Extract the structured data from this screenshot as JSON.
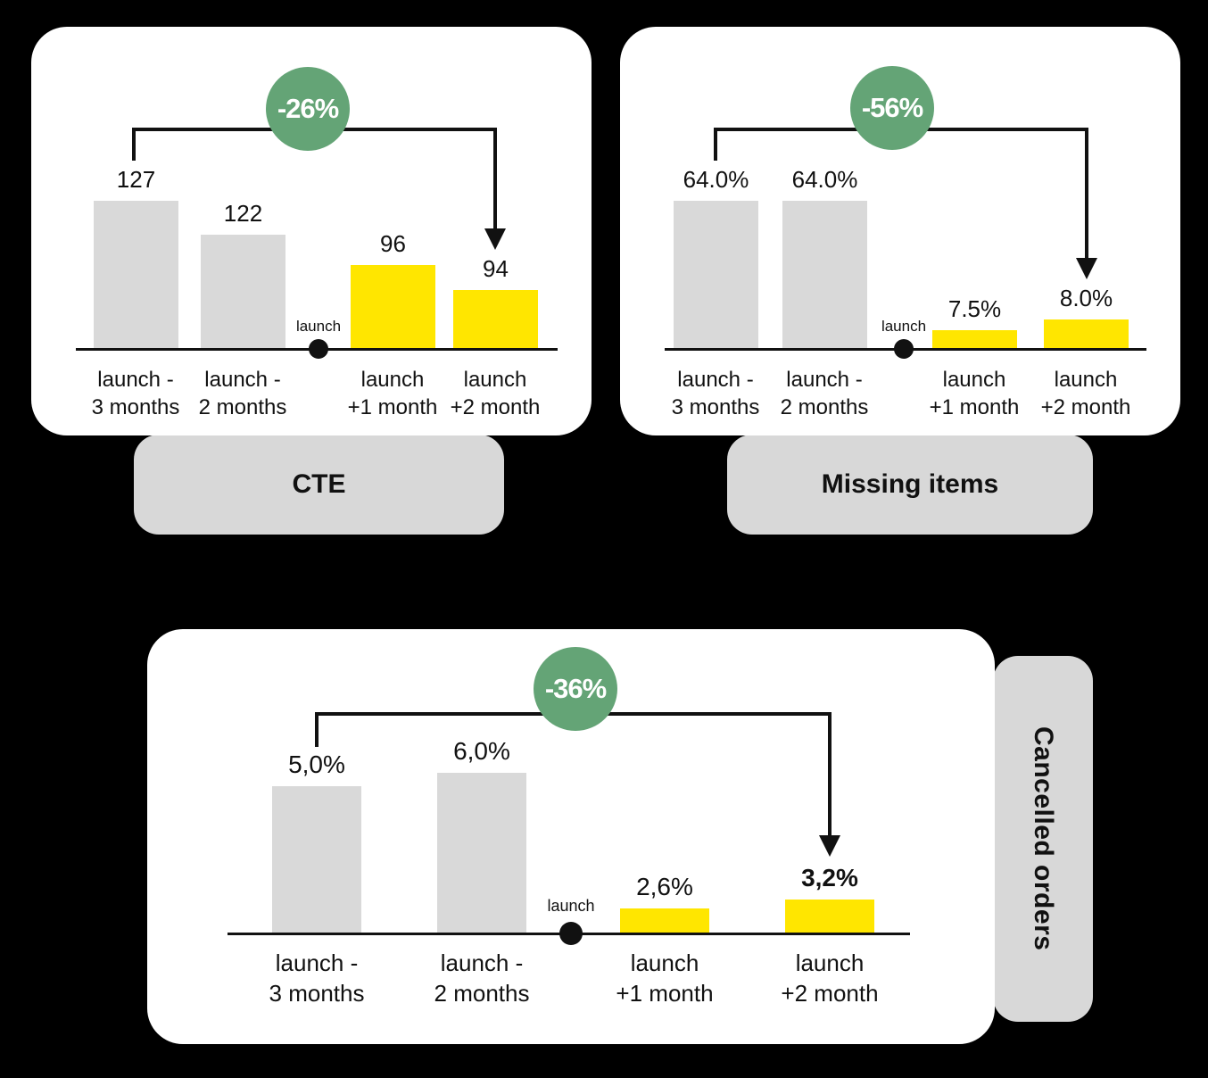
{
  "colors": {
    "background": "#000000",
    "card_bg": "#ffffff",
    "tab_bg": "#d8d8d8",
    "bar_gray": "#d9d9d9",
    "bar_yellow": "#ffe600",
    "badge_green": "#64a476",
    "text": "#111111"
  },
  "chart_data": [
    {
      "id": "cte",
      "type": "bar",
      "title": "CTE",
      "change_label": "-26%",
      "launch_label": "launch",
      "ylim": [
        0,
        140
      ],
      "legend": "none",
      "bars": [
        {
          "category_line1": "launch -",
          "category_line2": "3 months",
          "value": 127,
          "label": "127",
          "color": "gray",
          "height_frac": 1.0
        },
        {
          "category_line1": "launch -",
          "category_line2": "2 months",
          "value": 122,
          "label": "122",
          "color": "gray",
          "height_frac": 0.775
        },
        {
          "category_line1": "launch",
          "category_line2": "+1 month",
          "value": 96,
          "label": "96",
          "color": "yellow",
          "height_frac": 0.57
        },
        {
          "category_line1": "launch",
          "category_line2": "+2 month",
          "value": 94,
          "label": "94",
          "color": "yellow",
          "height_frac": 0.405
        }
      ]
    },
    {
      "id": "missing-items",
      "type": "bar",
      "title": "Missing items",
      "change_label": "-56%",
      "launch_label": "launch",
      "ylim": [
        0,
        70
      ],
      "legend": "none",
      "bars": [
        {
          "category_line1": "launch -",
          "category_line2": "3 months",
          "value": 64.0,
          "label": "64.0%",
          "color": "gray",
          "height_frac": 1.0
        },
        {
          "category_line1": "launch -",
          "category_line2": "2 months",
          "value": 64.0,
          "label": "64.0%",
          "color": "gray",
          "height_frac": 1.0
        },
        {
          "category_line1": "launch",
          "category_line2": "+1 month",
          "value": 7.5,
          "label": "7.5%",
          "color": "yellow",
          "height_frac": 0.135
        },
        {
          "category_line1": "launch",
          "category_line2": "+2 month",
          "value": 8.0,
          "label": "8.0%",
          "color": "yellow",
          "height_frac": 0.21
        }
      ]
    },
    {
      "id": "cancelled-orders",
      "type": "bar",
      "title": "Cancelled orders",
      "change_label": "-36%",
      "launch_label": "launch",
      "ylim": [
        0,
        7
      ],
      "legend": "none",
      "bars": [
        {
          "category_line1": "launch -",
          "category_line2": "3 months",
          "value": 5.0,
          "label": "5,0%",
          "color": "gray",
          "height_frac": 0.92
        },
        {
          "category_line1": "launch -",
          "category_line2": "2 months",
          "value": 6.0,
          "label": "6,0%",
          "color": "gray",
          "height_frac": 1.0
        },
        {
          "category_line1": "launch",
          "category_line2": "+1 month",
          "value": 2.6,
          "label": "2,6%",
          "color": "yellow",
          "height_frac": 0.165
        },
        {
          "category_line1": "launch",
          "category_line2": "+2 month",
          "value": 3.2,
          "label": "3,2%",
          "color": "yellow",
          "height_frac": 0.22,
          "emphasis": true
        }
      ]
    }
  ]
}
